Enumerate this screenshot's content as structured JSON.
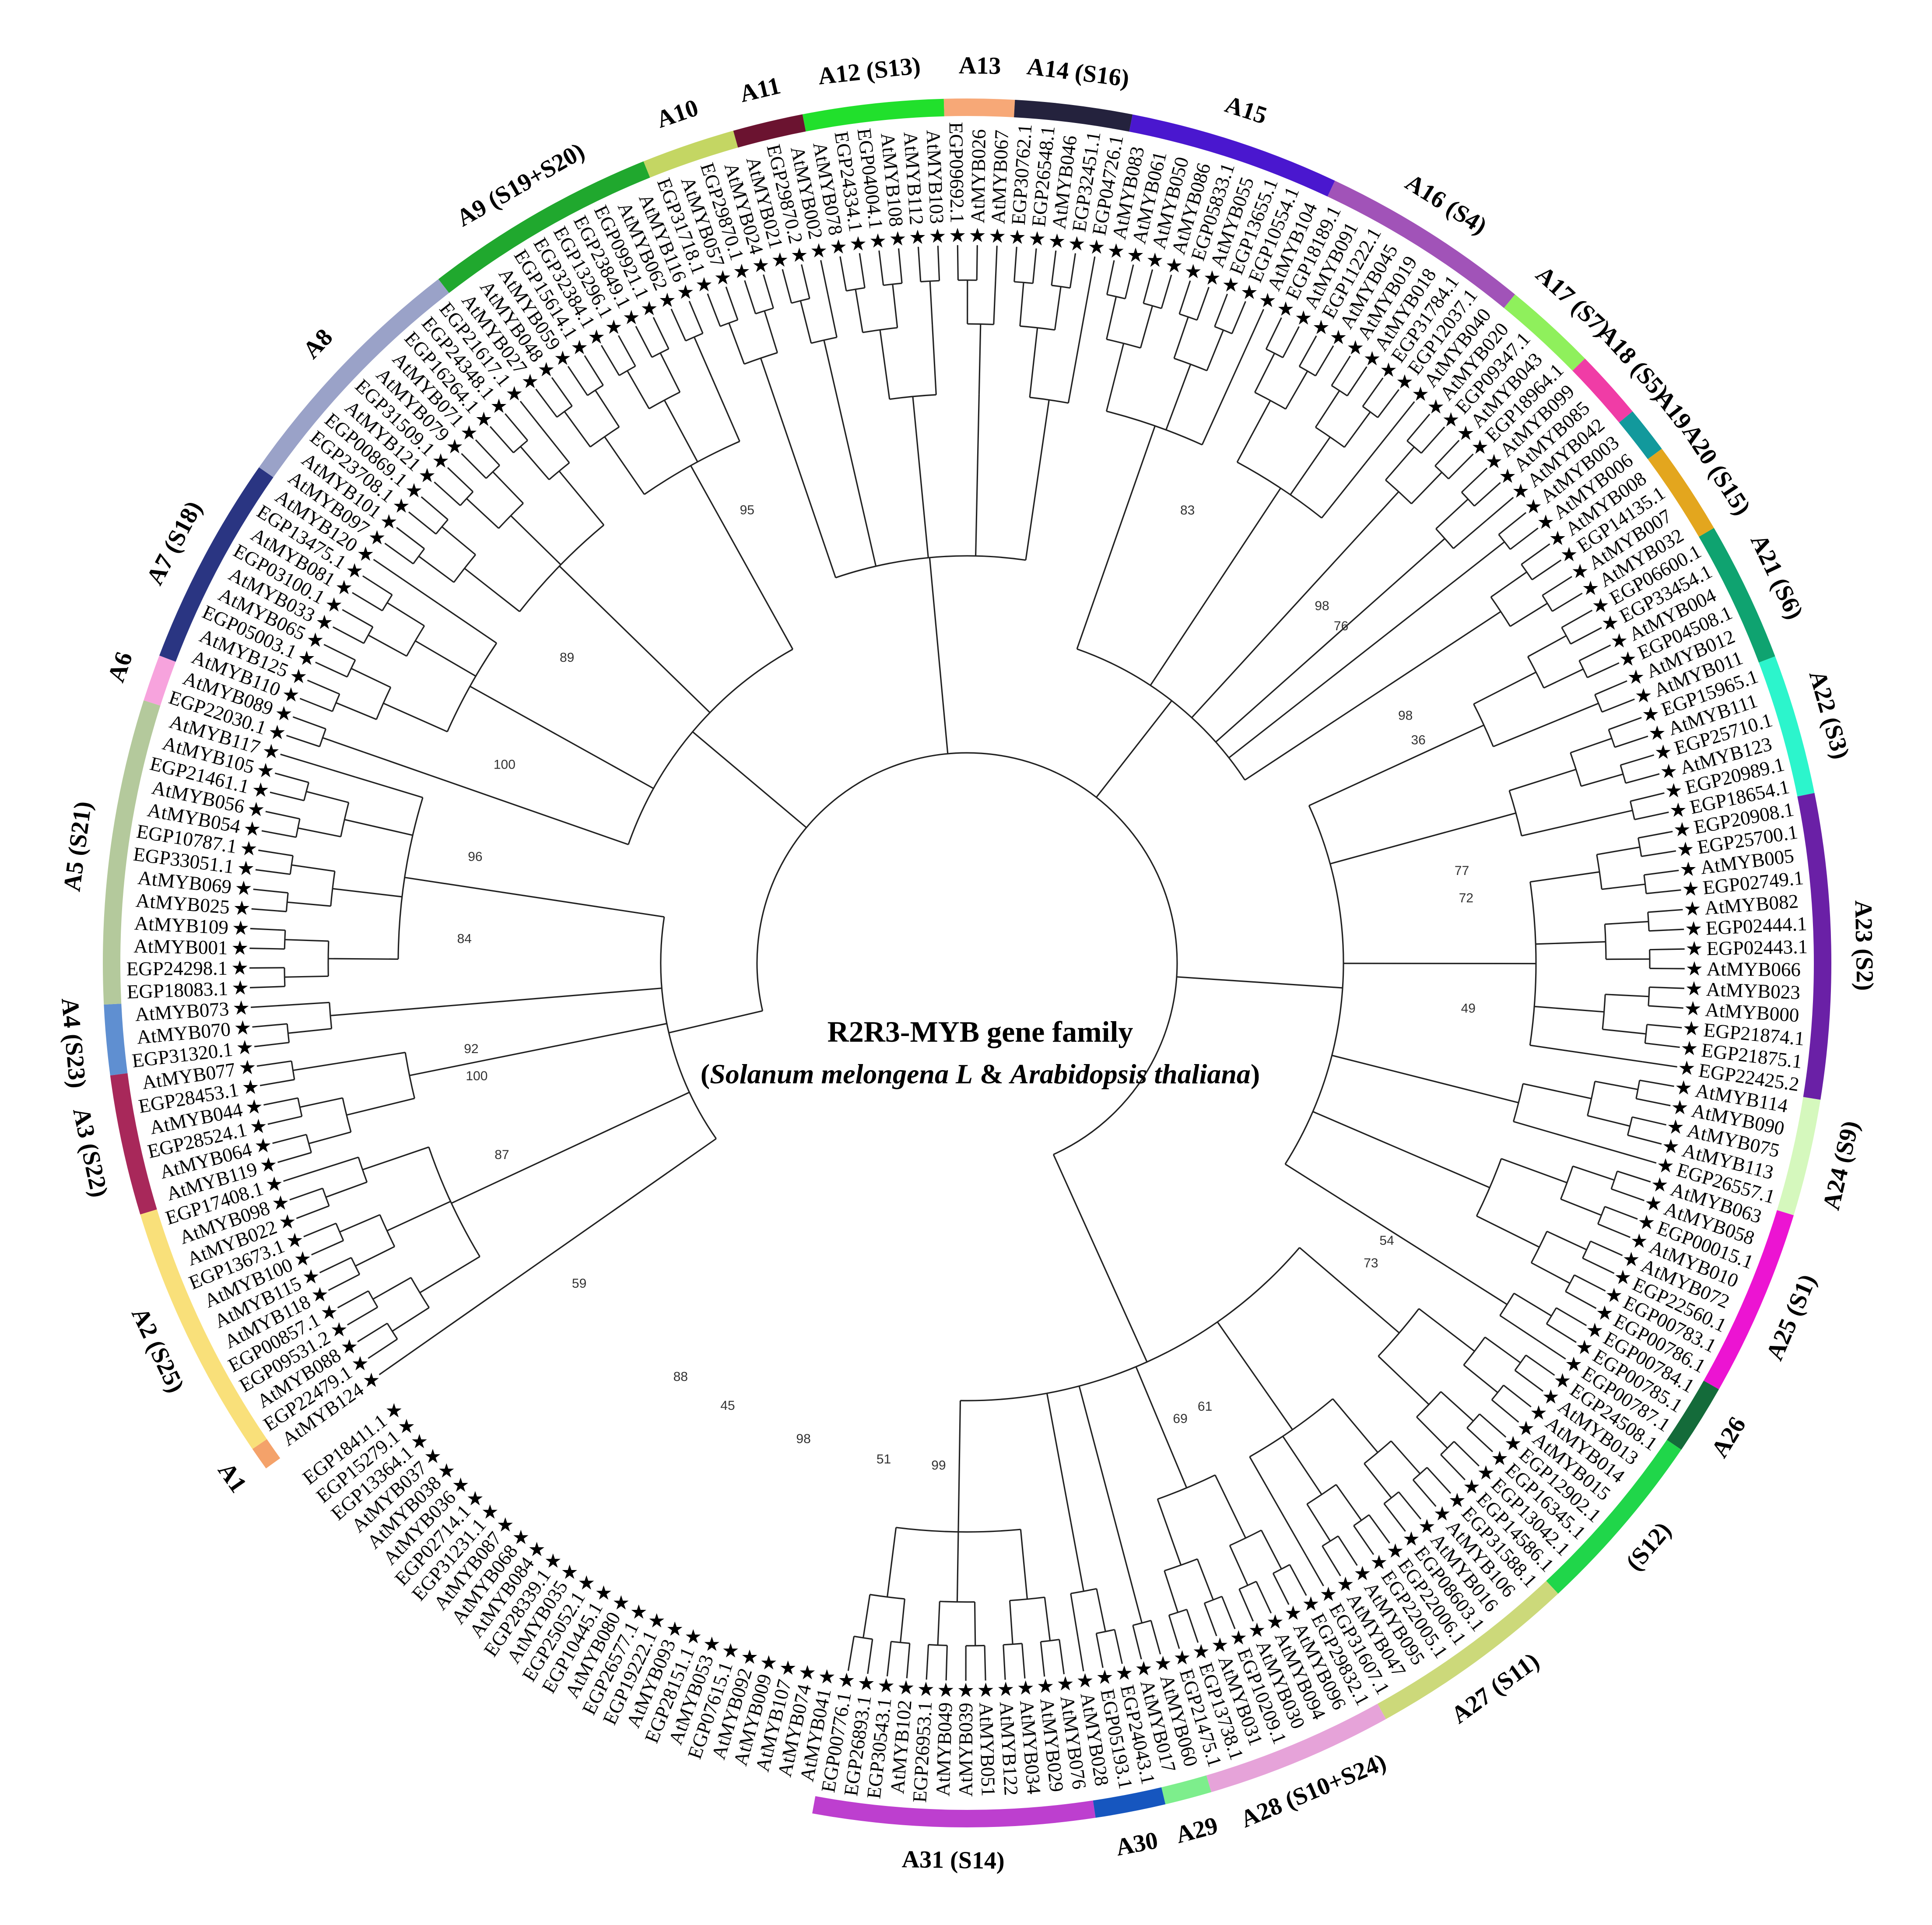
{
  "title": "R2R3-MYB gene family",
  "subtitle": {
    "open": "(",
    "species1": "Solanum melongena L",
    "amp": " & ",
    "species2": "Arabidopsis thaliana",
    "close": ")"
  },
  "colors": {
    "solanum_marker": "#f07b7b",
    "arabidopsis_marker": "#2f86c9"
  },
  "clades": [
    {
      "label": "A1",
      "color": "#f4a26a",
      "count": 1
    },
    {
      "label": "A2 (S25)",
      "color": "#f9e07a",
      "count": 11
    },
    {
      "label": "A3 (S22)",
      "color": "#a8285a",
      "count": 6
    },
    {
      "label": "A4 (S23)",
      "color": "#5f8fd1",
      "count": 3
    },
    {
      "label": "A5 (S21)",
      "color": "#b4c99c",
      "count": 13
    },
    {
      "label": "A6",
      "color": "#f7a3dd",
      "count": 2
    },
    {
      "label": "A7 (S18)",
      "color": "#2a3582",
      "count": 9
    },
    {
      "label": "A8",
      "color": "#9aa2c8",
      "count": 11
    },
    {
      "label": "A9 (S19+S20)",
      "color": "#20a82e",
      "count": 10
    },
    {
      "label": "A10",
      "color": "#c4d663",
      "count": 4
    },
    {
      "label": "A11",
      "color": "#6b1330",
      "count": 3
    },
    {
      "label": "A12 (S13)",
      "color": "#21e02c",
      "count": 6
    },
    {
      "label": "A13",
      "color": "#f7a877",
      "count": 3
    },
    {
      "label": "A14 (S16)",
      "color": "#24223d",
      "count": 5
    },
    {
      "label": "A15",
      "color": "#4a17cf",
      "count": 9
    },
    {
      "label": "A16 (S4)",
      "color": "#a153b8",
      "count": 9
    },
    {
      "label": "A17 (S7)",
      "color": "#8ff05c",
      "count": 4
    },
    {
      "label": "A18 (S5)",
      "color": "#f03ca6",
      "count": 3
    },
    {
      "label": "A19",
      "color": "#12999c",
      "count": 2
    },
    {
      "label": "A20 (S15)",
      "color": "#e3a61e",
      "count": 4
    },
    {
      "label": "A21 (S6)",
      "color": "#0fa370",
      "count": 6
    },
    {
      "label": "A22 (S3)",
      "color": "#2cf5cc",
      "count": 6
    },
    {
      "label": "A23 (S2)",
      "color": "#6a20a6",
      "count": 13
    },
    {
      "label": "A24 (S9)",
      "color": "#d5f8bd",
      "count": 5
    },
    {
      "label": "A25 (S1)",
      "color": "#ec14d2",
      "count": 8
    },
    {
      "label": "A26",
      "color": "#146b3a",
      "count": 3
    },
    {
      "label": "(S12)",
      "color": "#20d64a",
      "count": 8
    },
    {
      "label": "A27 (S11)",
      "color": "#ccd97a",
      "count": 9
    },
    {
      "label": "A28 (S10+S24)",
      "color": "#e6a3d9",
      "count": 8
    },
    {
      "label": "A29",
      "color": "#7dee8c",
      "count": 2
    },
    {
      "label": "A30",
      "color": "#1656bf",
      "count": 3
    },
    {
      "label": "A31 (S14)",
      "color": "#bd3fcf",
      "count": 12
    }
  ],
  "leaves": [
    "AtMYB124",
    "EGP22479.1",
    "AtMYB088",
    "EGP09531.2",
    "EGP00857.1",
    "AtMYB118",
    "AtMYB115",
    "AtMYB100",
    "EGP13673.1",
    "AtMYB022",
    "AtMYB098",
    "EGP17408.1",
    "AtMYB119",
    "AtMYB064",
    "EGP28524.1",
    "AtMYB044",
    "EGP28453.1",
    "AtMYB077",
    "EGP31320.1",
    "AtMYB070",
    "AtMYB073",
    "EGP18083.1",
    "EGP24298.1",
    "AtMYB001",
    "AtMYB109",
    "AtMYB025",
    "AtMYB069",
    "EGP33051.1",
    "EGP10787.1",
    "AtMYB054",
    "AtMYB056",
    "EGP21461.1",
    "AtMYB105",
    "AtMYB117",
    "EGP22030.1",
    "AtMYB089",
    "AtMYB110",
    "AtMYB125",
    "EGP05003.1",
    "AtMYB065",
    "AtMYB033",
    "EGP03100.1",
    "AtMYB081",
    "EGP13475.1",
    "AtMYB120",
    "AtMYB097",
    "AtMYB101",
    "EGP23708.1",
    "EGP00869.1",
    "AtMYB121",
    "EGP31509.1",
    "AtMYB079",
    "AtMYB071",
    "EGP16264.1",
    "EGP24348.1",
    "EGP21617.1",
    "AtMYB027",
    "AtMYB048",
    "AtMYB059",
    "EGP15614.1",
    "EGP32384.1",
    "EGP13296.1",
    "EGP23849.1",
    "EGP09921.1",
    "AtMYB062",
    "AtMYB116",
    "EGP31718.1",
    "AtMYB057",
    "EGP29870.1",
    "AtMYB024",
    "AtMYB021",
    "EGP29870.2",
    "AtMYB002",
    "AtMYB078",
    "EGP24334.1",
    "EGP04004.1",
    "AtMYB108",
    "AtMYB112",
    "AtMYB103",
    "EGP09692.1",
    "AtMYB026",
    "AtMYB067",
    "EGP30762.1",
    "EGP26548.1",
    "AtMYB046",
    "EGP32451.1",
    "EGP04726.1",
    "AtMYB083",
    "AtMYB061",
    "AtMYB050",
    "AtMYB086",
    "EGP05833.1",
    "AtMYB055",
    "EGP13655.1",
    "EGP10554.1",
    "AtMYB104",
    "EGP18189.1",
    "AtMYB091",
    "EGP11222.1",
    "AtMYB045",
    "AtMYB019",
    "AtMYB018",
    "EGP31784.1",
    "EGP12037.1",
    "AtMYB040",
    "AtMYB020",
    "EGP09347.1",
    "AtMYB043",
    "EGP18964.1",
    "AtMYB099",
    "AtMYB085",
    "AtMYB042",
    "AtMYB003",
    "AtMYB006",
    "AtMYB008",
    "EGP14135.1",
    "AtMYB007",
    "AtMYB032",
    "EGP06600.1",
    "EGP33454.1",
    "AtMYB004",
    "EGP04508.1",
    "AtMYB012",
    "AtMYB011",
    "EGP15965.1",
    "AtMYB111",
    "EGP25710.1",
    "AtMYB123",
    "EGP20989.1",
    "EGP18654.1",
    "EGP20908.1",
    "EGP25700.1",
    "AtMYB005",
    "EGP02749.1",
    "AtMYB082",
    "EGP02444.1",
    "EGP02443.1",
    "AtMYB066",
    "AtMYB023",
    "AtMYB000",
    "EGP21874.1",
    "EGP21875.1",
    "EGP22425.2",
    "AtMYB114",
    "AtMYB090",
    "AtMYB075",
    "AtMYB113",
    "EGP26557.1",
    "AtMYB063",
    "AtMYB058",
    "EGP00015.1",
    "AtMYB010",
    "AtMYB072",
    "EGP22560.1",
    "EGP00783.1",
    "EGP00786.1",
    "EGP00784.1",
    "EGP00785.1",
    "EGP00787.1",
    "EGP24508.1",
    "AtMYB013",
    "AtMYB014",
    "AtMYB015",
    "EGP12902.1",
    "EGP16345.1",
    "EGP13042.1",
    "EGP14586.1",
    "EGP31588.1",
    "AtMYB106",
    "AtMYB016",
    "EGP08603.1",
    "EGP22006.1",
    "EGP22005.1",
    "AtMYB095",
    "AtMYB047",
    "EGP31607.1",
    "EGP29832.1",
    "AtMYB096",
    "AtMYB094",
    "AtMYB030",
    "EGP10209.1",
    "AtMYB031",
    "EGP13738.1",
    "EGP21475.1",
    "AtMYB060",
    "AtMYB017",
    "EGP24043.1",
    "EGP05193.1",
    "AtMYB028",
    "AtMYB076",
    "AtMYB029",
    "AtMYB034",
    "AtMYB122",
    "AtMYB051",
    "AtMYB039",
    "AtMYB049",
    "EGP26953.1",
    "AtMYB102",
    "EGP30543.1",
    "EGP26893.1",
    "EGP00776.1",
    "AtMYB041",
    "AtMYB074",
    "AtMYB107",
    "AtMYB009",
    "AtMYB092",
    "EGP07615.1",
    "AtMYB053",
    "EGP28151.1",
    "AtMYB093",
    "EGP19222.1",
    "EGP26577.1",
    "AtMYB080",
    "EGP10445.1",
    "EGP25052.1",
    "AtMYB035",
    "EGP28339.1",
    "AtMYB084",
    "AtMYB068",
    "AtMYB087",
    "EGP31231.1",
    "EGP02714.1",
    "AtMYB036",
    "AtMYB038",
    "AtMYB037",
    "EGP13364.1",
    "EGP15279.1",
    "EGP18411.1"
  ],
  "bootstrap": [
    {
      "label": "96",
      "leaf": 30
    },
    {
      "label": "100",
      "leaf": 37
    },
    {
      "label": "89",
      "leaf": 46
    },
    {
      "label": "95",
      "leaf": 63
    },
    {
      "label": "83",
      "leaf": 96
    },
    {
      "label": "98",
      "leaf": 108
    },
    {
      "label": "98",
      "leaf": 118
    },
    {
      "label": "72",
      "leaf": 132
    },
    {
      "label": "54",
      "leaf": 158
    },
    {
      "label": "69",
      "leaf": 178
    },
    {
      "label": "99",
      "leaf": 196
    },
    {
      "label": "98",
      "leaf": 206
    },
    {
      "label": "88",
      "leaf": 216
    },
    {
      "label": "59",
      "leaf": 226
    },
    {
      "label": "100",
      "leaf": 14
    },
    {
      "label": "87",
      "leaf": 8
    },
    {
      "label": "76",
      "leaf": 110
    },
    {
      "label": "77",
      "leaf": 130
    },
    {
      "label": "49",
      "leaf": 140
    },
    {
      "label": "73",
      "leaf": 160
    },
    {
      "label": "61",
      "leaf": 176
    },
    {
      "label": "51",
      "leaf": 200
    },
    {
      "label": "45",
      "leaf": 212
    },
    {
      "label": "36",
      "leaf": 120
    },
    {
      "label": "84",
      "leaf": 24
    },
    {
      "label": "92",
      "leaf": 16
    }
  ]
}
